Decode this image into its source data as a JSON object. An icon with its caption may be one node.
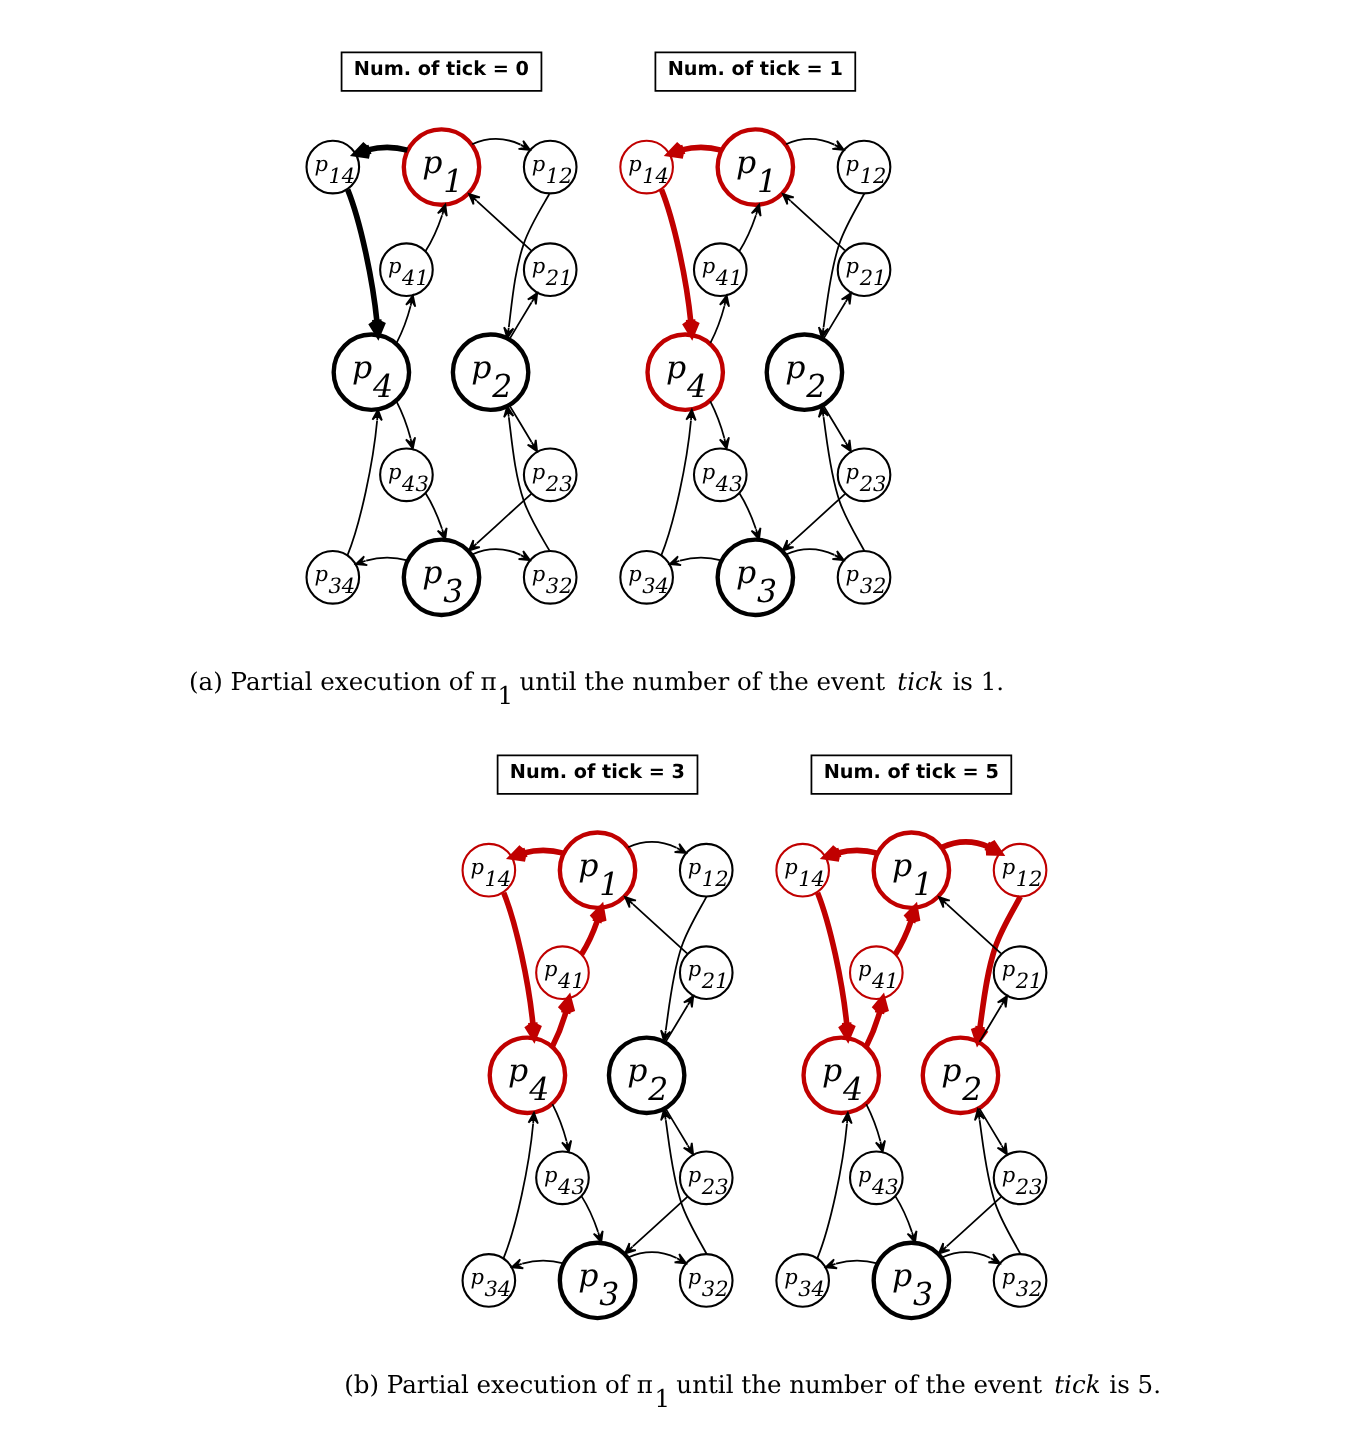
{
  "diagram": {
    "nodes": [
      {
        "text": [
          "Num. of tick = 0"
        ]
      },
      {
        "text": [
          "p$_{14}$"
        ]
      },
      {
        "text": [
          "p$_{1}$"
        ]
      },
      {
        "text": [
          "p$_{12}$"
        ]
      },
      {
        "text": [
          "p$_{41}$"
        ]
      },
      {
        "text": [
          "p$_{21}$"
        ]
      },
      {
        "text": [
          "p$_{4}$"
        ]
      },
      {
        "text": [
          "p$_{2}$"
        ]
      },
      {
        "text": [
          "p$_{43}$"
        ]
      },
      {
        "text": [
          "p$_{23}$"
        ]
      },
      {
        "text": [
          "p$_{34}$"
        ]
      },
      {
        "text": [
          "p$_{3}$"
        ]
      },
      {
        "text": [
          "p$_{32}$"
        ]
      },
      {
        "text": [
          "Num. of tick = 1"
        ]
      },
      {
        "text": [
          "p$_{14}$"
        ]
      },
      {
        "text": [
          "p$_{1}$"
        ]
      },
      {
        "text": [
          "p$_{12}$"
        ]
      },
      {
        "text": [
          "p$_{41}$"
        ]
      },
      {
        "text": [
          "p$_{21}$"
        ]
      },
      {
        "text": [
          "p$_{4}$"
        ]
      },
      {
        "text": [
          "p$_{2}$"
        ]
      },
      {
        "text": [
          "p$_{43}$"
        ]
      },
      {
        "text": [
          "p$_{23}$"
        ]
      },
      {
        "text": [
          "p$_{34}$"
        ]
      },
      {
        "text": [
          "p$_{3}$"
        ]
      },
      {
        "text": [
          "p$_{32}$"
        ]
      },
      {
        "text": [
          "Num. of tick = 3"
        ]
      },
      {
        "text": [
          "p$_{14}$"
        ]
      },
      {
        "text": [
          "p$_{1}$"
        ]
      },
      {
        "text": [
          "p$_{12}$"
        ]
      },
      {
        "text": [
          "p$_{41}$"
        ]
      },
      {
        "text": [
          "p$_{21}$"
        ]
      },
      {
        "text": [
          "p$_{4}$"
        ]
      },
      {
        "text": [
          "p$_{2}$"
        ]
      },
      {
        "text": [
          "p$_{43}$"
        ]
      },
      {
        "text": [
          "p$_{23}$"
        ]
      },
      {
        "text": [
          "p$_{34}$"
        ]
      },
      {
        "text": [
          "p$_{3}$"
        ]
      },
      {
        "text": [
          "p$_{32}$"
        ]
      },
      {
        "text": [
          "Num. of tick = 5"
        ]
      },
      {
        "text": [
          "p$_{14}$"
        ]
      },
      {
        "text": [
          "p$_{1}$"
        ]
      },
      {
        "text": [
          "p$_{12}$"
        ]
      },
      {
        "text": [
          "p$_{41}$"
        ]
      },
      {
        "text": [
          "p$_{21}$"
        ]
      },
      {
        "text": [
          "p$_{4}$"
        ]
      },
      {
        "text": [
          "p$_{2}$"
        ]
      },
      {
        "text": [
          "p$_{43}$"
        ]
      },
      {
        "text": [
          "p$_{23}$"
        ]
      },
      {
        "text": [
          "p$_{34}$"
        ]
      },
      {
        "text": [
          "p$_{3}$"
        ]
      },
      {
        "text": [
          "p$_{32}$"
        ]
      }
    ],
    "edges": [
      {
        "from": 2,
        "to": 1,
        "arrow": "to",
        "style": "thick"
      },
      {
        "from": 2,
        "to": 3,
        "arrow": "to"
      },
      {
        "from": 1,
        "to": 6,
        "arrow": "to",
        "style": "thick"
      },
      {
        "from": 3,
        "to": 7,
        "arrow": "to"
      },
      {
        "from": 6,
        "to": 4,
        "arrow": "to"
      },
      {
        "from": 4,
        "to": 2,
        "arrow": "to"
      },
      {
        "from": 7,
        "to": 5,
        "arrow": "to"
      },
      {
        "from": 5,
        "to": 2,
        "arrow": "to"
      },
      {
        "from": 6,
        "to": 8,
        "arrow": "to"
      },
      {
        "from": 8,
        "to": 11,
        "arrow": "to"
      },
      {
        "from": 7,
        "to": 9,
        "arrow": "to"
      },
      {
        "from": 9,
        "to": 11,
        "arrow": "to"
      },
      {
        "from": 11,
        "to": 10,
        "arrow": "to"
      },
      {
        "from": 11,
        "to": 12,
        "arrow": "to"
      },
      {
        "from": 10,
        "to": 6,
        "arrow": "to"
      },
      {
        "from": 12,
        "to": 7,
        "arrow": "to"
      },
      {
        "from": 15,
        "to": 14,
        "arrow": "to",
        "style": "thick",
        "color": "#c00000"
      },
      {
        "from": 15,
        "to": 16,
        "arrow": "to"
      },
      {
        "from": 14,
        "to": 19,
        "arrow": "to",
        "style": "thick",
        "color": "#c00000"
      },
      {
        "from": 16,
        "to": 20,
        "arrow": "to"
      },
      {
        "from": 19,
        "to": 17,
        "arrow": "to"
      },
      {
        "from": 17,
        "to": 15,
        "arrow": "to"
      },
      {
        "from": 20,
        "to": 18,
        "arrow": "to"
      },
      {
        "from": 18,
        "to": 15,
        "arrow": "to"
      },
      {
        "from": 19,
        "to": 21,
        "arrow": "to"
      },
      {
        "from": 21,
        "to": 24,
        "arrow": "to"
      },
      {
        "from": 20,
        "to": 22,
        "arrow": "to"
      },
      {
        "from": 22,
        "to": 24,
        "arrow": "to"
      },
      {
        "from": 24,
        "to": 23,
        "arrow": "to"
      },
      {
        "from": 24,
        "to": 25,
        "arrow": "to"
      },
      {
        "from": 23,
        "to": 19,
        "arrow": "to"
      },
      {
        "from": 25,
        "to": 20,
        "arrow": "to"
      },
      {
        "from": 28,
        "to": 27,
        "arrow": "to",
        "style": "thick",
        "color": "#c00000"
      },
      {
        "from": 28,
        "to": 29,
        "arrow": "to"
      },
      {
        "from": 27,
        "to": 32,
        "arrow": "to",
        "style": "thick",
        "color": "#c00000"
      },
      {
        "from": 29,
        "to": 33,
        "arrow": "to"
      },
      {
        "from": 32,
        "to": 30,
        "arrow": "to",
        "style": "thick",
        "color": "#c00000"
      },
      {
        "from": 30,
        "to": 28,
        "arrow": "to",
        "style": "thick",
        "color": "#c00000"
      },
      {
        "from": 33,
        "to": 31,
        "arrow": "to"
      },
      {
        "from": 31,
        "to": 28,
        "arrow": "to"
      },
      {
        "from": 32,
        "to": 34,
        "arrow": "to"
      },
      {
        "from": 34,
        "to": 37,
        "arrow": "to"
      },
      {
        "from": 33,
        "to": 35,
        "arrow": "to"
      },
      {
        "from": 35,
        "to": 37,
        "arrow": "to"
      },
      {
        "from": 37,
        "to": 36,
        "arrow": "to"
      },
      {
        "from": 37,
        "to": 38,
        "arrow": "to"
      },
      {
        "from": 36,
        "to": 32,
        "arrow": "to"
      },
      {
        "from": 38,
        "to": 33,
        "arrow": "to"
      },
      {
        "from": 41,
        "to": 40,
        "arrow": "to",
        "style": "thick",
        "color": "#c00000"
      },
      {
        "from": 41,
        "to": 42,
        "arrow": "to",
        "style": "thick",
        "color": "#c00000"
      },
      {
        "from": 40,
        "to": 45,
        "arrow": "to",
        "style": "thick",
        "color": "#c00000"
      },
      {
        "from": 42,
        "to": 46,
        "arrow": "to",
        "style": "thick",
        "color": "#c00000"
      },
      {
        "from": 45,
        "to": 43,
        "arrow": "to",
        "style": "thick",
        "color": "#c00000"
      },
      {
        "from": 43,
        "to": 41,
        "arrow": "to",
        "style": "thick",
        "color": "#c00000"
      },
      {
        "from": 46,
        "to": 44,
        "arrow": "to"
      },
      {
        "from": 44,
        "to": 41,
        "arrow": "to"
      },
      {
        "from": 45,
        "to": 47,
        "arrow": "to"
      },
      {
        "from": 47,
        "to": 50,
        "arrow": "to"
      },
      {
        "from": 46,
        "to": 48,
        "arrow": "to"
      },
      {
        "from": 48,
        "to": 50,
        "arrow": "to"
      },
      {
        "from": 50,
        "to": 49,
        "arrow": "to"
      },
      {
        "from": 50,
        "to": 51,
        "arrow": "to"
      },
      {
        "from": 49,
        "to": 45,
        "arrow": "to"
      },
      {
        "from": 51,
        "to": 46,
        "arrow": "to"
      }
    ],
    "labels": [
      "(a) Partial execution of π$_{1}$ until the number of the event *tick* is 1.",
      "(b) Partial execution of π$_{1}$ until the number of the event *tick* is 5."
    ]
  }
}
